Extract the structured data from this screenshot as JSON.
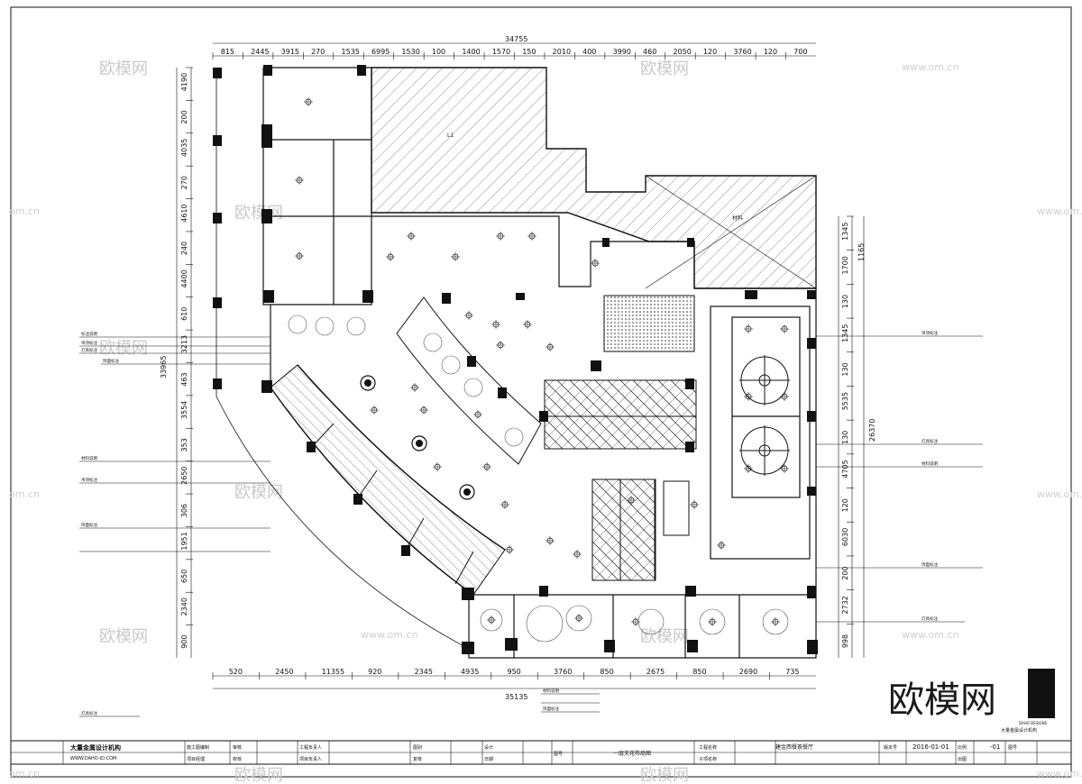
{
  "drawing": {
    "overall_width_top": "34755",
    "overall_width_bottom": "35135",
    "overall_height_left": "33965",
    "overall_height_right": "26370",
    "top_dims": [
      "815",
      "2445",
      "3915",
      "270",
      "1535",
      "6995",
      "1530",
      "100",
      "1400",
      "1570",
      "150",
      "2010",
      "400",
      "3990",
      "460",
      "2050",
      "120",
      "3760",
      "120",
      "700"
    ],
    "bottom_dims": [
      "520",
      "2450",
      "11355",
      "920",
      "2345",
      "4935",
      "950",
      "3760",
      "850",
      "2675",
      "850",
      "2690",
      "735"
    ],
    "left_dims": [
      "4190",
      "200",
      "4035",
      "270",
      "4610",
      "240",
      "4400",
      "610",
      "3213",
      "463",
      "3554",
      "353",
      "2650",
      "306",
      "1951",
      "650",
      "2340",
      "900"
    ],
    "right_dims_inner": [
      "1345",
      "1700",
      "130",
      "1345",
      "130",
      "5535",
      "130",
      "4705",
      "120",
      "6030",
      "200",
      "2732",
      "998"
    ],
    "right_dims_outer": [
      "1165"
    ]
  },
  "watermarks": {
    "cn_logo": "欧模网",
    "url": "www.om.cn",
    "url_short": "om.cn"
  },
  "brand": {
    "big_logo": "欧模网",
    "firm_name_small": "大量金属设计机构",
    "firm_sub": "DAHO DESIGNS"
  },
  "title_block": {
    "firm": "大量金属设计机构",
    "firm_en": "WWW.DAHO-ID.COM",
    "drawing_title": "一层天花布局图",
    "project": "建金西餐茶餐厅",
    "date": "2016-01-01",
    "sheet_no": "-01",
    "cells": [
      "施工图编制",
      "审核",
      "工程负责人",
      "图别",
      "设计",
      "图号",
      "项目经理",
      "校核",
      "项目负责人",
      "复核",
      "日期",
      "工程名称",
      "子项名称",
      "版本号",
      "比例",
      "图号",
      "出图"
    ]
  },
  "leaders": {
    "left": [
      "标注说明",
      "吊顶标注",
      "灯具标注",
      "饰面标注",
      "材料说明",
      "吊顶标注",
      "饰面标注"
    ],
    "right": [
      "吊顶标注",
      "灯具标注",
      "材料说明",
      "饰面标注",
      "灯具标注"
    ],
    "bottom": [
      "灯具标注",
      "材料说明",
      "饰面标注"
    ]
  },
  "room_marks": {
    "hatch_label_1": "L1",
    "hatch_label_2": "材料"
  }
}
